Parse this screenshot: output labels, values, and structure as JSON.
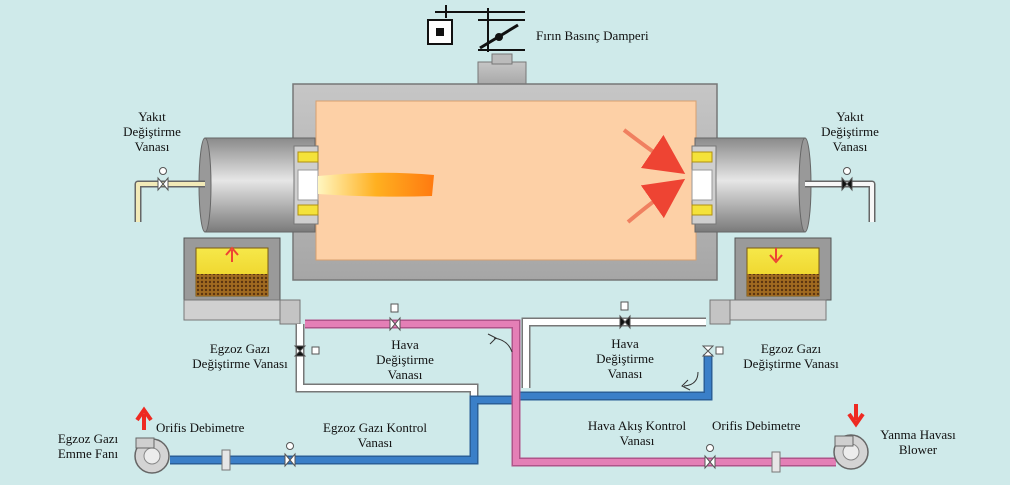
{
  "labels": {
    "damper": "Fırın Basınç Damperi",
    "fuel_valve_left": [
      "Yakıt",
      "Değiştirme",
      "Vanası"
    ],
    "fuel_valve_right": [
      "Yakıt",
      "Değiştirme",
      "Vanası"
    ],
    "exhaust_valve_left": [
      "Egzoz Gazı",
      "Değiştirme Vanası"
    ],
    "air_valve_left": [
      "Hava",
      "Değiştirme",
      "Vanası"
    ],
    "air_valve_right": [
      "Hava",
      "Değiştirme",
      "Vanası"
    ],
    "exhaust_valve_right": [
      "Egzoz Gazı",
      "Değiştirme Vanası"
    ],
    "exhaust_fan": [
      "Egzoz Gazı",
      "Emme Fanı"
    ],
    "orifice_left": "Orifis Debimetre",
    "exhaust_control": [
      "Egzoz Gazı Kontrol",
      "Vanası"
    ],
    "air_flow_control": [
      "Hava Akış Kontrol",
      "Vanası"
    ],
    "orifice_right": "Orifis Debimetre",
    "blower": [
      "Yanma Havası",
      "Blower"
    ]
  },
  "colors": {
    "background": "#cfeaea",
    "exhaust_line": "#3a7fc8",
    "air_line": "#e47fb6",
    "fuel_line": "#f2eab8",
    "chamber": "#fdd0a6",
    "furnace_shell": "#b4b4b4"
  }
}
